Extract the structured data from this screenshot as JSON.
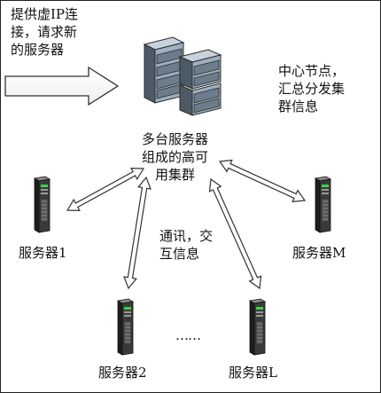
{
  "client_note": [
    "提供虚IP连",
    "接，请求新",
    "的服务器"
  ],
  "cluster_label": [
    "多台服务器",
    "组成的高可",
    "用集群"
  ],
  "central_note": [
    "中心节点，",
    "汇总分发集",
    "群信息"
  ],
  "comm_note": [
    "通讯，交",
    "互信息"
  ],
  "ellipsis": "……",
  "servers": {
    "s1": "服务器1",
    "s2": "服务器2",
    "sL": "服务器L",
    "sM": "服务器M"
  },
  "colors": {
    "arrow_fill": "#ffffff",
    "arrow_stroke": "#333333",
    "server_body": "#3a3a3a",
    "rack_body": "#8ea0b0",
    "led": "#39d24a"
  }
}
